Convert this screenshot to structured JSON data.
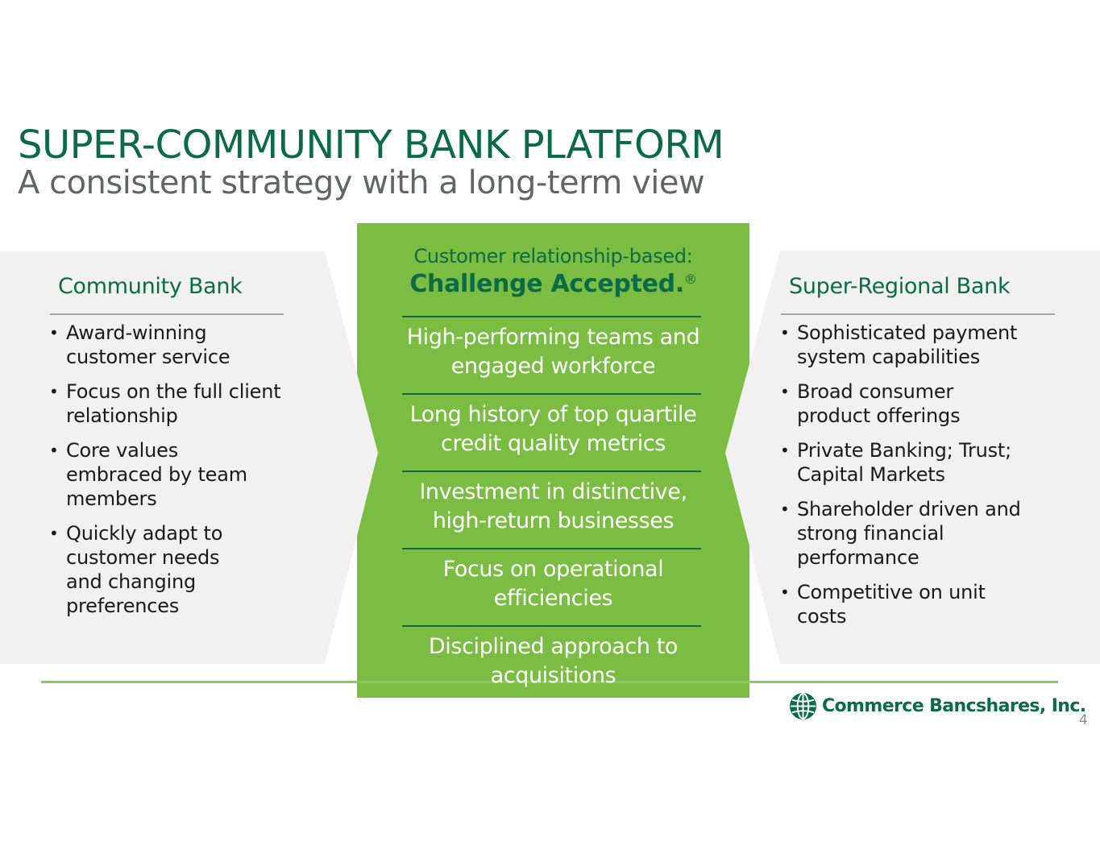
{
  "header": {
    "title": "SUPER-COMMUNITY BANK PLATFORM",
    "subtitle": "A consistent strategy with a long-term view"
  },
  "left_panel": {
    "heading": "Community Bank",
    "bullets": [
      [
        "Award-winning",
        "customer service"
      ],
      [
        "Focus on the full client",
        "relationship"
      ],
      [
        "Core values",
        "embraced by team",
        "members"
      ],
      [
        "Quickly adapt to",
        "customer needs",
        "and changing",
        "preferences"
      ]
    ]
  },
  "center_panel": {
    "heading_line1": "Customer relationship-based:",
    "heading_line2": "Challenge Accepted.",
    "heading_mark": "®",
    "items": [
      [
        "High-performing teams and",
        "engaged workforce"
      ],
      [
        "Long history of top quartile",
        "credit quality metrics"
      ],
      [
        "Investment in distinctive,",
        "high-return businesses"
      ],
      [
        "Focus on operational",
        "efficiencies"
      ],
      [
        "Disciplined approach to",
        "acquisitions"
      ]
    ]
  },
  "right_panel": {
    "heading": "Super-Regional Bank",
    "bullets": [
      [
        "Sophisticated payment",
        "system capabilities"
      ],
      [
        "Broad consumer",
        "product offerings"
      ],
      [
        "Private Banking; Trust;",
        "Capital Markets"
      ],
      [
        "Shareholder driven and",
        "strong financial",
        "performance"
      ],
      [
        "Competitive on unit",
        "costs"
      ]
    ]
  },
  "footer": {
    "logo_icon": "globe-icon",
    "logo_text": "Commerce Bancshares, Inc.",
    "page_number": "4"
  },
  "colors": {
    "brand_dark_green": "#0b6b45",
    "accent_green": "#7abd42",
    "panel_gray": "#f1f1f1",
    "subtitle_gray": "#636466"
  }
}
